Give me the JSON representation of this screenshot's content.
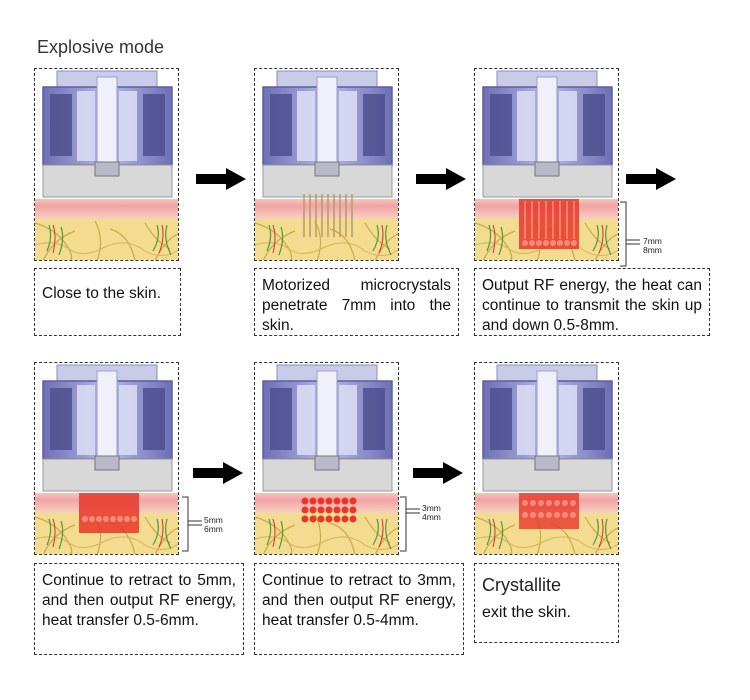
{
  "title": "Explosive mode",
  "steps": [
    {
      "caption": "Close to the skin."
    },
    {
      "caption": "Motorized microcrystals penetrate 7mm into the skin."
    },
    {
      "caption": "Output RF energy, the heat can continue to transmit the skin up and down 0.5-8mm.",
      "depth_a": "7mm",
      "depth_b": "8mm"
    },
    {
      "caption": "Continue to retract to 5mm, and then output RF energy, heat transfer 0.5-6mm.",
      "depth_a": "5mm",
      "depth_b": "6mm"
    },
    {
      "caption": "Continue to retract to 3mm, and then output RF energy, heat transfer 0.5-4mm.",
      "depth_a": "3mm",
      "depth_b": "4mm"
    },
    {
      "caption_title": "Crystallite",
      "caption": "exit the skin."
    }
  ],
  "colors": {
    "device": "#8e8fc9",
    "skin_pink": "#f2a9a8",
    "fat": "#f3dc8f",
    "rf_heat": "#e8372a",
    "arrow": "#000000"
  }
}
